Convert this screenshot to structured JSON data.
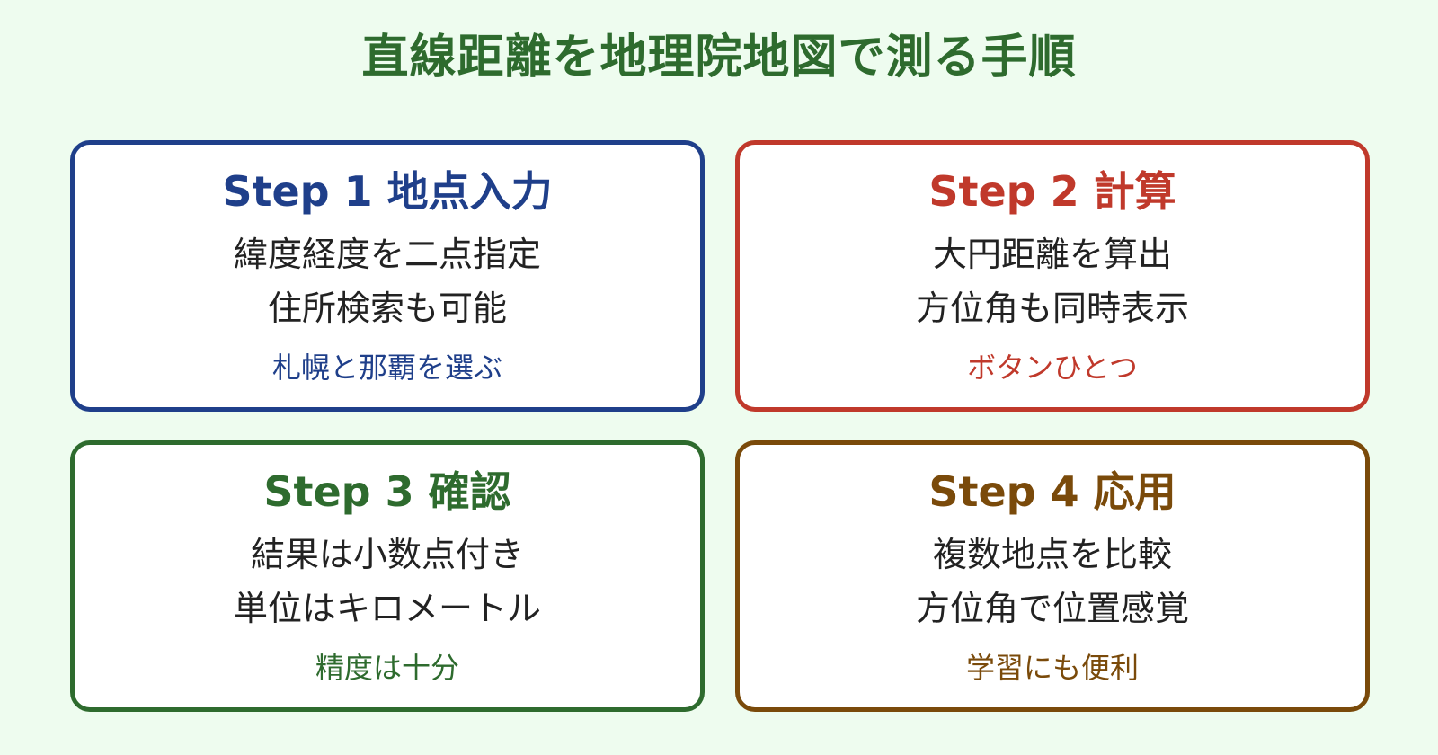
{
  "title": "直線距離を地理院地図で測る手順",
  "cards": [
    {
      "title": "Step 1 地点入力",
      "lines": [
        "緯度経度を二点指定",
        "住所検索も可能"
      ],
      "note": "札幌と那覇を選ぶ",
      "color": "#1f3f8a"
    },
    {
      "title": "Step 2 計算",
      "lines": [
        "大円距離を算出",
        "方位角も同時表示"
      ],
      "note": "ボタンひとつ",
      "color": "#c0392b"
    },
    {
      "title": "Step 3 確認",
      "lines": [
        "結果は小数点付き",
        "単位はキロメートル"
      ],
      "note": "精度は十分",
      "color": "#2e6b2e"
    },
    {
      "title": "Step 4 応用",
      "lines": [
        "複数地点を比較",
        "方位角で位置感覚"
      ],
      "note": "学習にも便利",
      "color": "#7a4a0a"
    }
  ]
}
